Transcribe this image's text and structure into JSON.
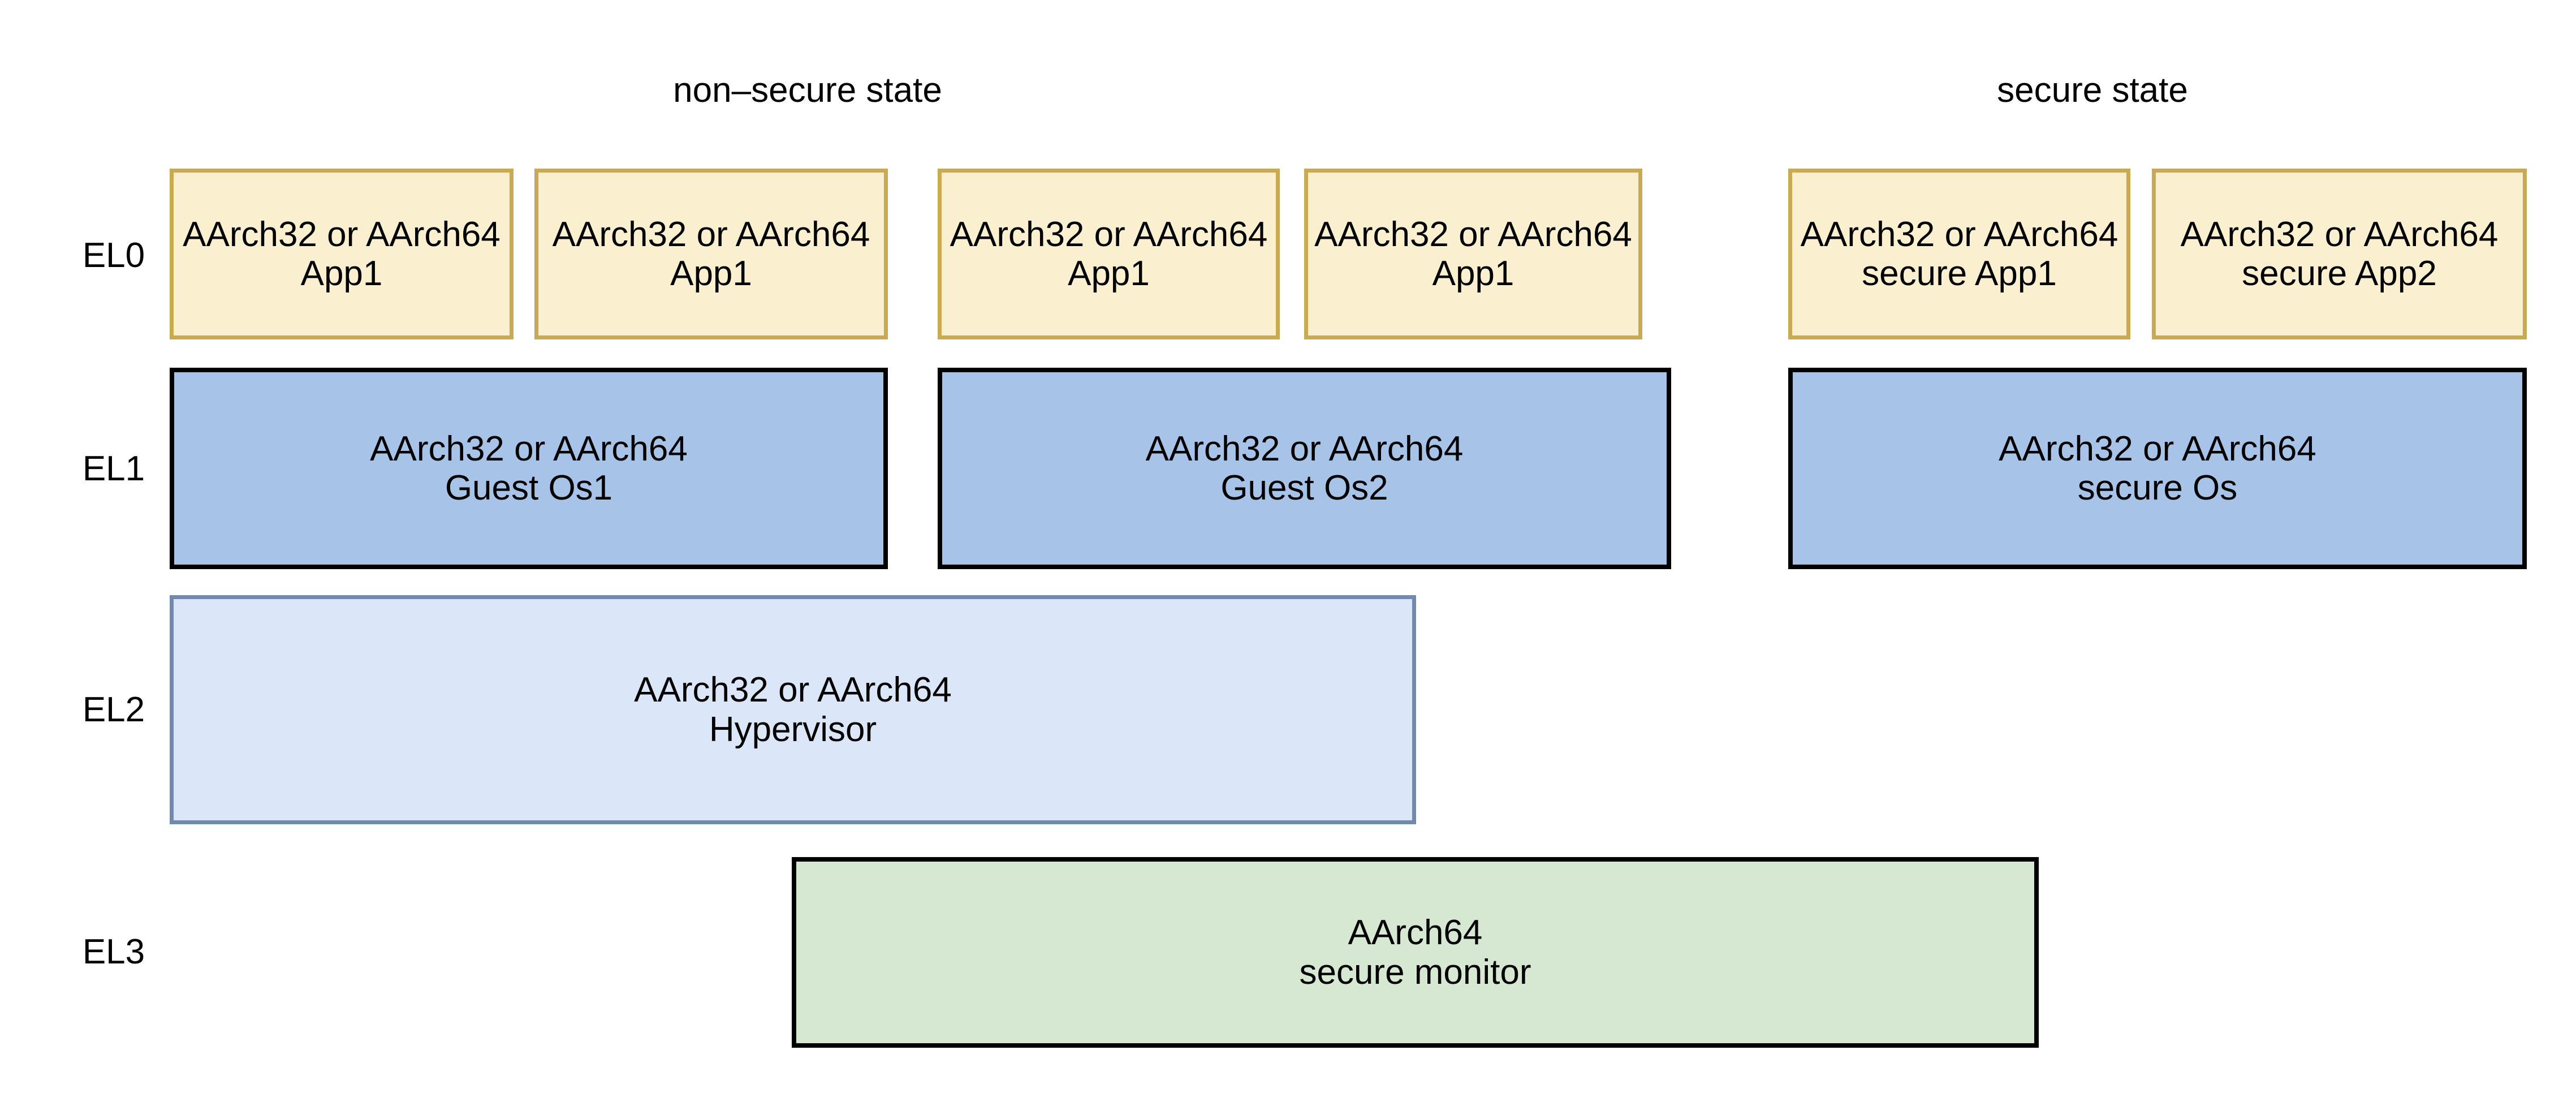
{
  "diagram": {
    "state_titles": {
      "non_secure": "non–secure state",
      "secure": "secure state"
    },
    "row_labels": {
      "el0": "EL0",
      "el1": "EL1",
      "el2": "EL2",
      "el3": "EL3"
    },
    "el0_boxes": [
      {
        "line1": "AArch32 or AArch64",
        "line2": "App1"
      },
      {
        "line1": "AArch32 or AArch64",
        "line2": "App1"
      },
      {
        "line1": "AArch32 or AArch64",
        "line2": "App1"
      },
      {
        "line1": "AArch32 or AArch64",
        "line2": "App1"
      },
      {
        "line1": "AArch32 or AArch64",
        "line2": "secure App1"
      },
      {
        "line1": "AArch32 or AArch64",
        "line2": "secure App2"
      }
    ],
    "el1_boxes": [
      {
        "line1": "AArch32 or AArch64",
        "line2": "Guest Os1"
      },
      {
        "line1": "AArch32 or AArch64",
        "line2": "Guest Os2"
      },
      {
        "line1": "AArch32 or AArch64",
        "line2": "secure Os"
      }
    ],
    "el2_box": {
      "line1": "AArch32 or AArch64",
      "line2": "Hypervisor"
    },
    "el3_box": {
      "line1": "AArch64",
      "line2": "secure monitor"
    },
    "colors": {
      "el0_fill": "#FAF0D0",
      "el0_border": "#C9A951",
      "el1_fill": "#A8C3E8",
      "el1_border": "#000000",
      "el2_fill": "#DBE7F8",
      "el2_border": "#7289AE",
      "el3_fill": "#D6E8D2",
      "el3_border": "#000000",
      "text": "#000000",
      "background": "#FFFFFF"
    }
  }
}
